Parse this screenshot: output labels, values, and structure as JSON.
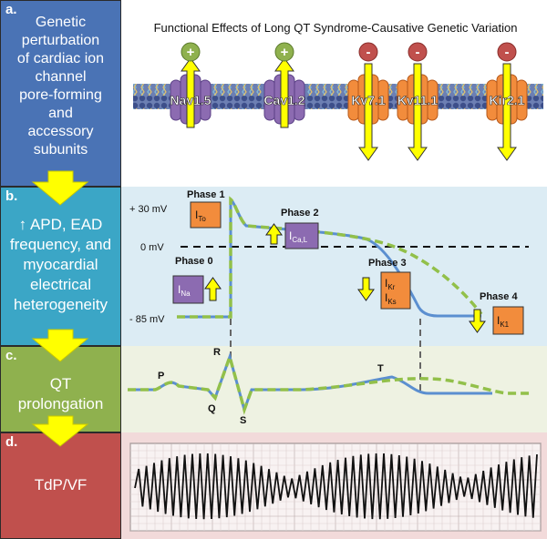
{
  "panels": {
    "a": {
      "letter": "a.",
      "text_lines": [
        "Genetic",
        "perturbation",
        "of cardiac ion",
        "channel",
        "pore-forming",
        "and",
        "accessory",
        "subunits"
      ]
    },
    "b": {
      "letter": "b.",
      "text_lines": [
        "↑ APD, EAD",
        "frequency, and",
        "myocardial",
        "electrical",
        "heterogeneity"
      ]
    },
    "c": {
      "letter": "c.",
      "text_lines": [
        "QT",
        "prolongation"
      ]
    },
    "d": {
      "letter": "d.",
      "text_lines": [
        "TdP/VF"
      ]
    }
  },
  "title": "Functional Effects of Long QT Syndrome-Causative Genetic Variation",
  "channels": [
    {
      "name": "Nav1.5",
      "effect": "+",
      "color": "#8c6bb1"
    },
    {
      "name": "Cav1.2",
      "effect": "+",
      "color": "#8c6bb1"
    },
    {
      "name": "Kv7.1",
      "effect": "-",
      "color": "#f28c3c"
    },
    {
      "name": "Kv11.1",
      "effect": "-",
      "color": "#f28c3c"
    },
    {
      "name": "Kir2.1",
      "effect": "-",
      "color": "#f28c3c"
    }
  ],
  "action_potential": {
    "y_labels": {
      "top": "+ 30 mV",
      "zero": "0 mV",
      "rest": "- 85 mV"
    },
    "phases": [
      {
        "label": "Phase 0",
        "current_main": "I",
        "current_sub": "Na"
      },
      {
        "label": "Phase 1",
        "current_main": "I",
        "current_sub": "To"
      },
      {
        "label": "Phase 2",
        "current_main": "I",
        "current_sub": "Ca,L"
      },
      {
        "label": "Phase 3",
        "current_main": "I",
        "current_sub": "Kr",
        "current2_main": "I",
        "current2_sub": "Ks"
      },
      {
        "label": "Phase 4",
        "current_main": "I",
        "current_sub": "K1"
      }
    ]
  },
  "ecg_labels": {
    "p": "P",
    "q": "Q",
    "r": "R",
    "s": "S",
    "t": "T"
  },
  "colors": {
    "panel_a": "#4a73b5",
    "panel_b": "#3ba6c6",
    "panel_c": "#8fb14e",
    "panel_d": "#c0504d",
    "bg_a": "#ffffff",
    "bg_b": "#dcecf4",
    "bg_c": "#eef2e2",
    "bg_d": "#f2dada",
    "normal": "#5b8fd0",
    "lqts": "#92c04a",
    "arrow": "#ffff00"
  }
}
